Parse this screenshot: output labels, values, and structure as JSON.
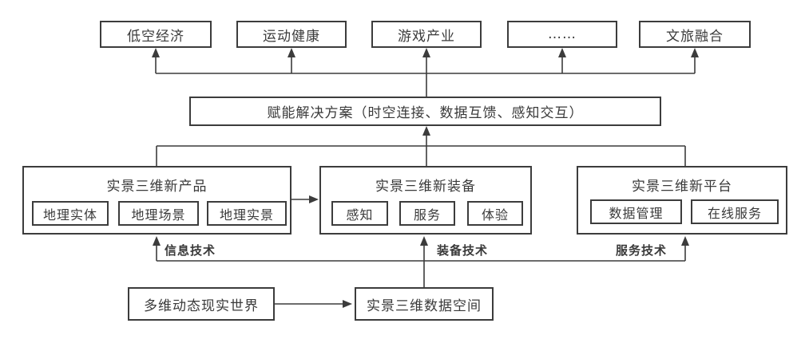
{
  "palette": {
    "line": "#3c3c3c",
    "text": "#3a3a3a",
    "background": "#ffffff"
  },
  "top_row": [
    {
      "label": "低空经济"
    },
    {
      "label": "运动健康"
    },
    {
      "label": "游戏产业"
    },
    {
      "label": "……"
    },
    {
      "label": "文旅融合"
    }
  ],
  "solution": {
    "label": "赋能解决方案（时空连接、数据互馈、感知交互）"
  },
  "pillars": [
    {
      "title": "实景三维新产品",
      "items": [
        "地理实体",
        "地理场景",
        "地理实景"
      ]
    },
    {
      "title": "实景三维新装备",
      "items": [
        "感知",
        "服务",
        "体验"
      ]
    },
    {
      "title": "实景三维新平台",
      "items": [
        "数据管理",
        "在线服务"
      ]
    }
  ],
  "tech_labels": [
    "信息技术",
    "装备技术",
    "服务技术"
  ],
  "bottom_row": [
    {
      "label": "多维动态现实世界"
    },
    {
      "label": "实景三维数据空间"
    }
  ]
}
